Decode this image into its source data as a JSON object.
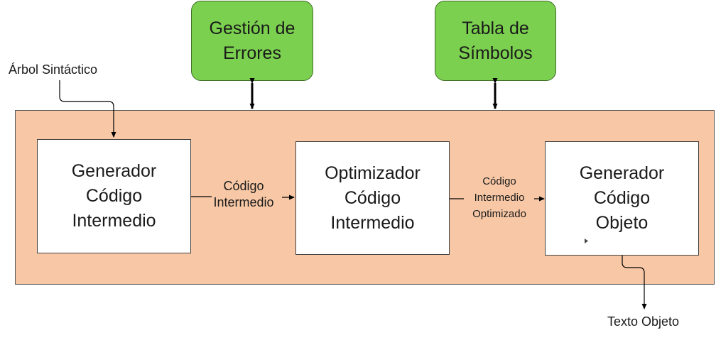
{
  "top_boxes": {
    "errors": [
      "Gestión de",
      "Errores"
    ],
    "symbols": [
      "Tabla de",
      "Símbolos"
    ]
  },
  "phases": {
    "intermediate_generator": [
      "Generador",
      "Código",
      "Intermedio"
    ],
    "optimizer": [
      "Optimizador",
      "Código",
      "Intermedio"
    ],
    "object_generator": [
      "Generador",
      "Código",
      "Objeto"
    ]
  },
  "labels": {
    "input": "Árbol Sintáctico",
    "intermediate_code": [
      "Código",
      "Intermedio"
    ],
    "optimized_code": [
      "Código",
      "Intermedio",
      "Optimizado"
    ],
    "output": "Texto Objeto"
  },
  "colors": {
    "band_fill": "#f8c8a6",
    "green_fill": "#7bd04f",
    "box_fill": "#ffffff",
    "line": "#000000"
  }
}
